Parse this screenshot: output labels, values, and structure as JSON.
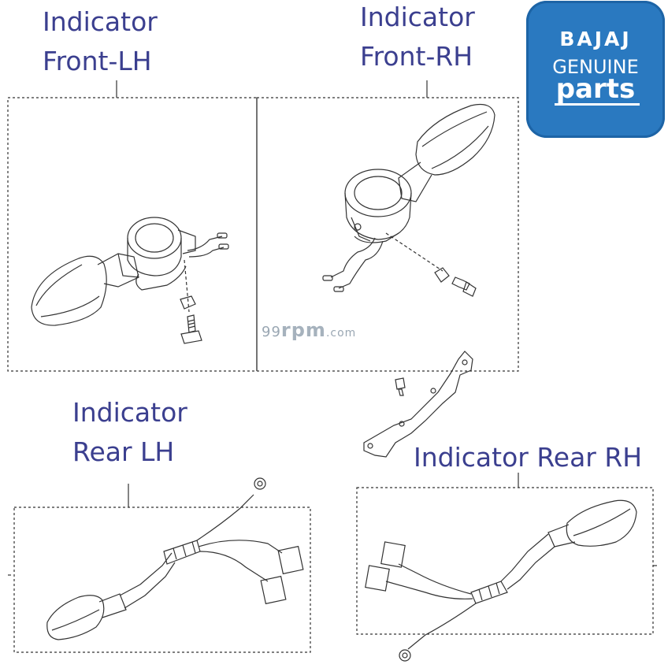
{
  "labels": {
    "front_lh": [
      "Indicator",
      "Front-LH"
    ],
    "front_rh": [
      "Indicator",
      "Front-RH"
    ],
    "rear_lh": [
      "Indicator",
      "Rear LH"
    ],
    "rear_rh": "Indicator Rear RH"
  },
  "logo": {
    "brand": "BAJAJ",
    "line2": "GENUINE",
    "line3": "parts",
    "color": "#2a79c0"
  },
  "watermark": {
    "prefix": "99",
    "main": "rpm",
    "suffix": ".com"
  },
  "colors": {
    "label_text": "#3b3f8f",
    "line_art": "#333333"
  }
}
